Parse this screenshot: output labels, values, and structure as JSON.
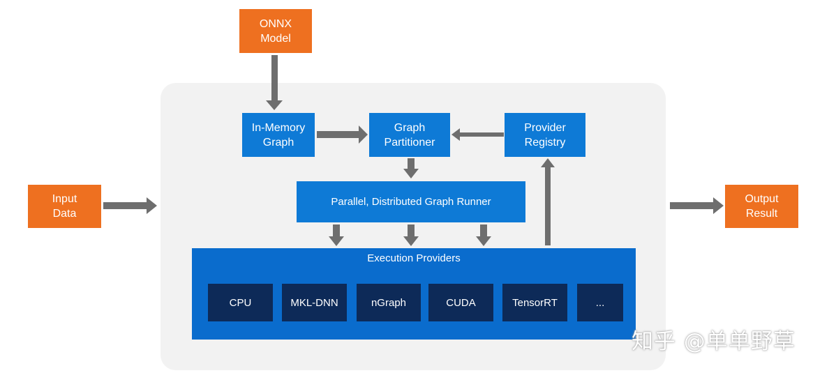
{
  "nodes": {
    "onnx_model": "ONNX\nModel",
    "input_data": "Input\nData",
    "output_result": "Output\nResult",
    "in_memory_graph": "In-Memory\nGraph",
    "graph_partitioner": "Graph\nPartitioner",
    "provider_registry": "Provider\nRegistry",
    "graph_runner": "Parallel, Distributed Graph Runner"
  },
  "execution_providers": {
    "title": "Execution Providers",
    "items": [
      "CPU",
      "MKL-DNN",
      "nGraph",
      "CUDA",
      "TensorRT",
      "..."
    ]
  },
  "watermark": "知乎 @单单野草",
  "colors": {
    "orange": "#ee7020",
    "blue": "#0e7ad6",
    "provider_band": "#0a6ccd",
    "provider_item": "#0d2a58",
    "arrow": "#6e6e6e",
    "panel": "#f2f2f2"
  }
}
